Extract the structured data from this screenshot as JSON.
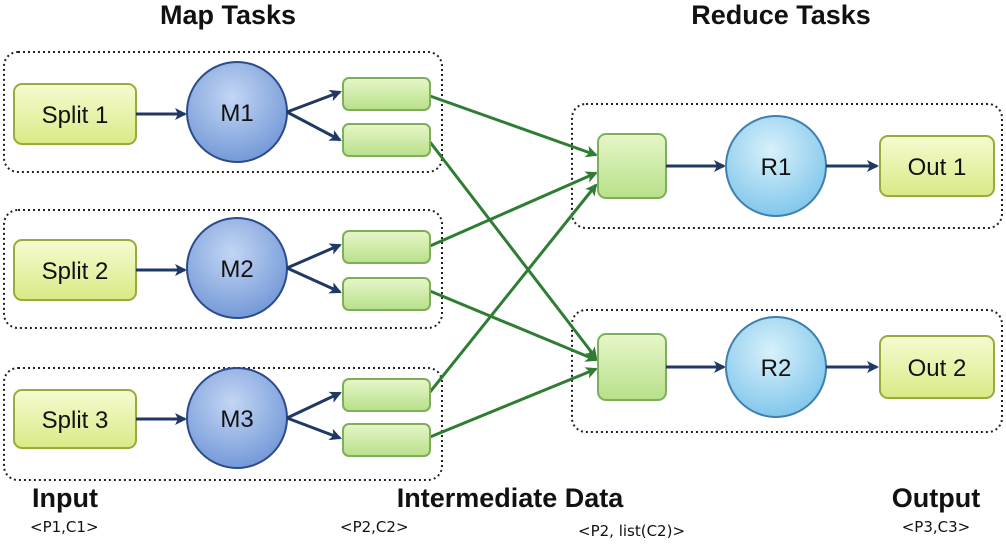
{
  "headings": {
    "map_tasks": "Map Tasks",
    "reduce_tasks": "Reduce Tasks"
  },
  "inputs": [
    {
      "label": "Split 1"
    },
    {
      "label": "Split 2"
    },
    {
      "label": "Split 3"
    }
  ],
  "mappers": [
    {
      "label": "M1"
    },
    {
      "label": "M2"
    },
    {
      "label": "M3"
    }
  ],
  "reducers": [
    {
      "label": "R1"
    },
    {
      "label": "R2"
    }
  ],
  "outputs": [
    {
      "label": "Out 1"
    },
    {
      "label": "Out 2"
    }
  ],
  "footer": {
    "input_label": "Input",
    "input_kv": "<P1,C1>",
    "intermediate_label": "Intermediate Data",
    "map_output_kv": "<P2,C2>",
    "reduce_input_kv": "<P2, list(C2)>",
    "output_label": "Output",
    "output_kv": "<P3,C3>"
  },
  "colors": {
    "split_fill": "#e8f2a8",
    "intermediate_fill": "#cfeaa0",
    "map_circle_fill": "#8fb1e3",
    "reduce_circle_fill": "#a9dcf4",
    "blue_arrow": "#1f3864",
    "green_arrow": "#2e7d32"
  },
  "icons": {
    "flow_arrow": "arrow-right-icon"
  }
}
